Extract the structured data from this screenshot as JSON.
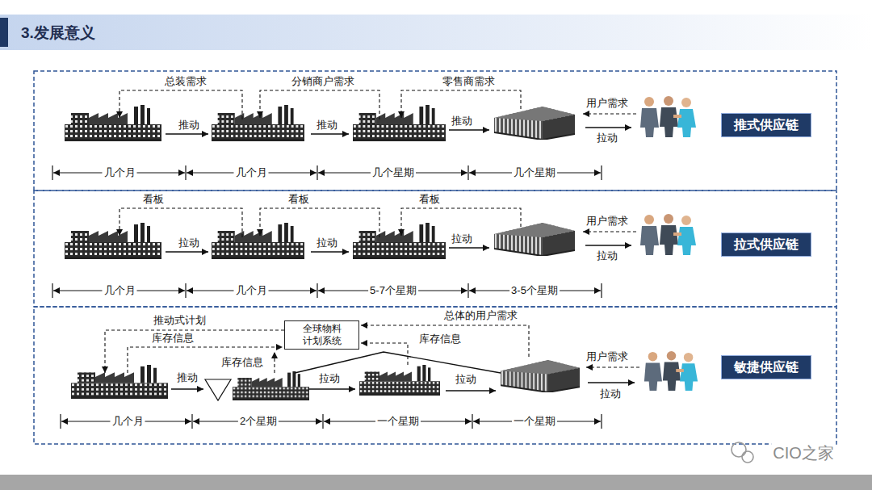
{
  "diagram": {
    "title": "3.发展意义",
    "nodes": [
      {
        "text": [
          "推式供应链"
        ]
      },
      {
        "text": [
          "拉式供应链"
        ]
      },
      {
        "text": [
          "全球物料 计划系统"
        ]
      },
      {
        "text": [
          "敏捷供应链"
        ]
      }
    ],
    "labels": [
      "总装需求",
      "分销商户需求",
      "零售商需求",
      "推动",
      "推动",
      "推动",
      "用户需求",
      "拉动",
      "几个月",
      "几个月",
      "几个星期",
      "几个星期",
      "看板",
      "看板",
      "看板",
      "拉动",
      "拉动",
      "拉动",
      "用户需求",
      "拉动",
      "几个月",
      "几个月",
      "5-7个星期",
      "3-5个星期",
      "推动式计划",
      "库存信息",
      "总体的用户需求",
      "库存信息",
      "库存信息",
      "推动",
      "拉动",
      "拉动",
      "用户需求",
      "拉动",
      "几个月",
      "2个星期",
      "一个星期",
      "一个星期",
      "CIO之家"
    ]
  }
}
